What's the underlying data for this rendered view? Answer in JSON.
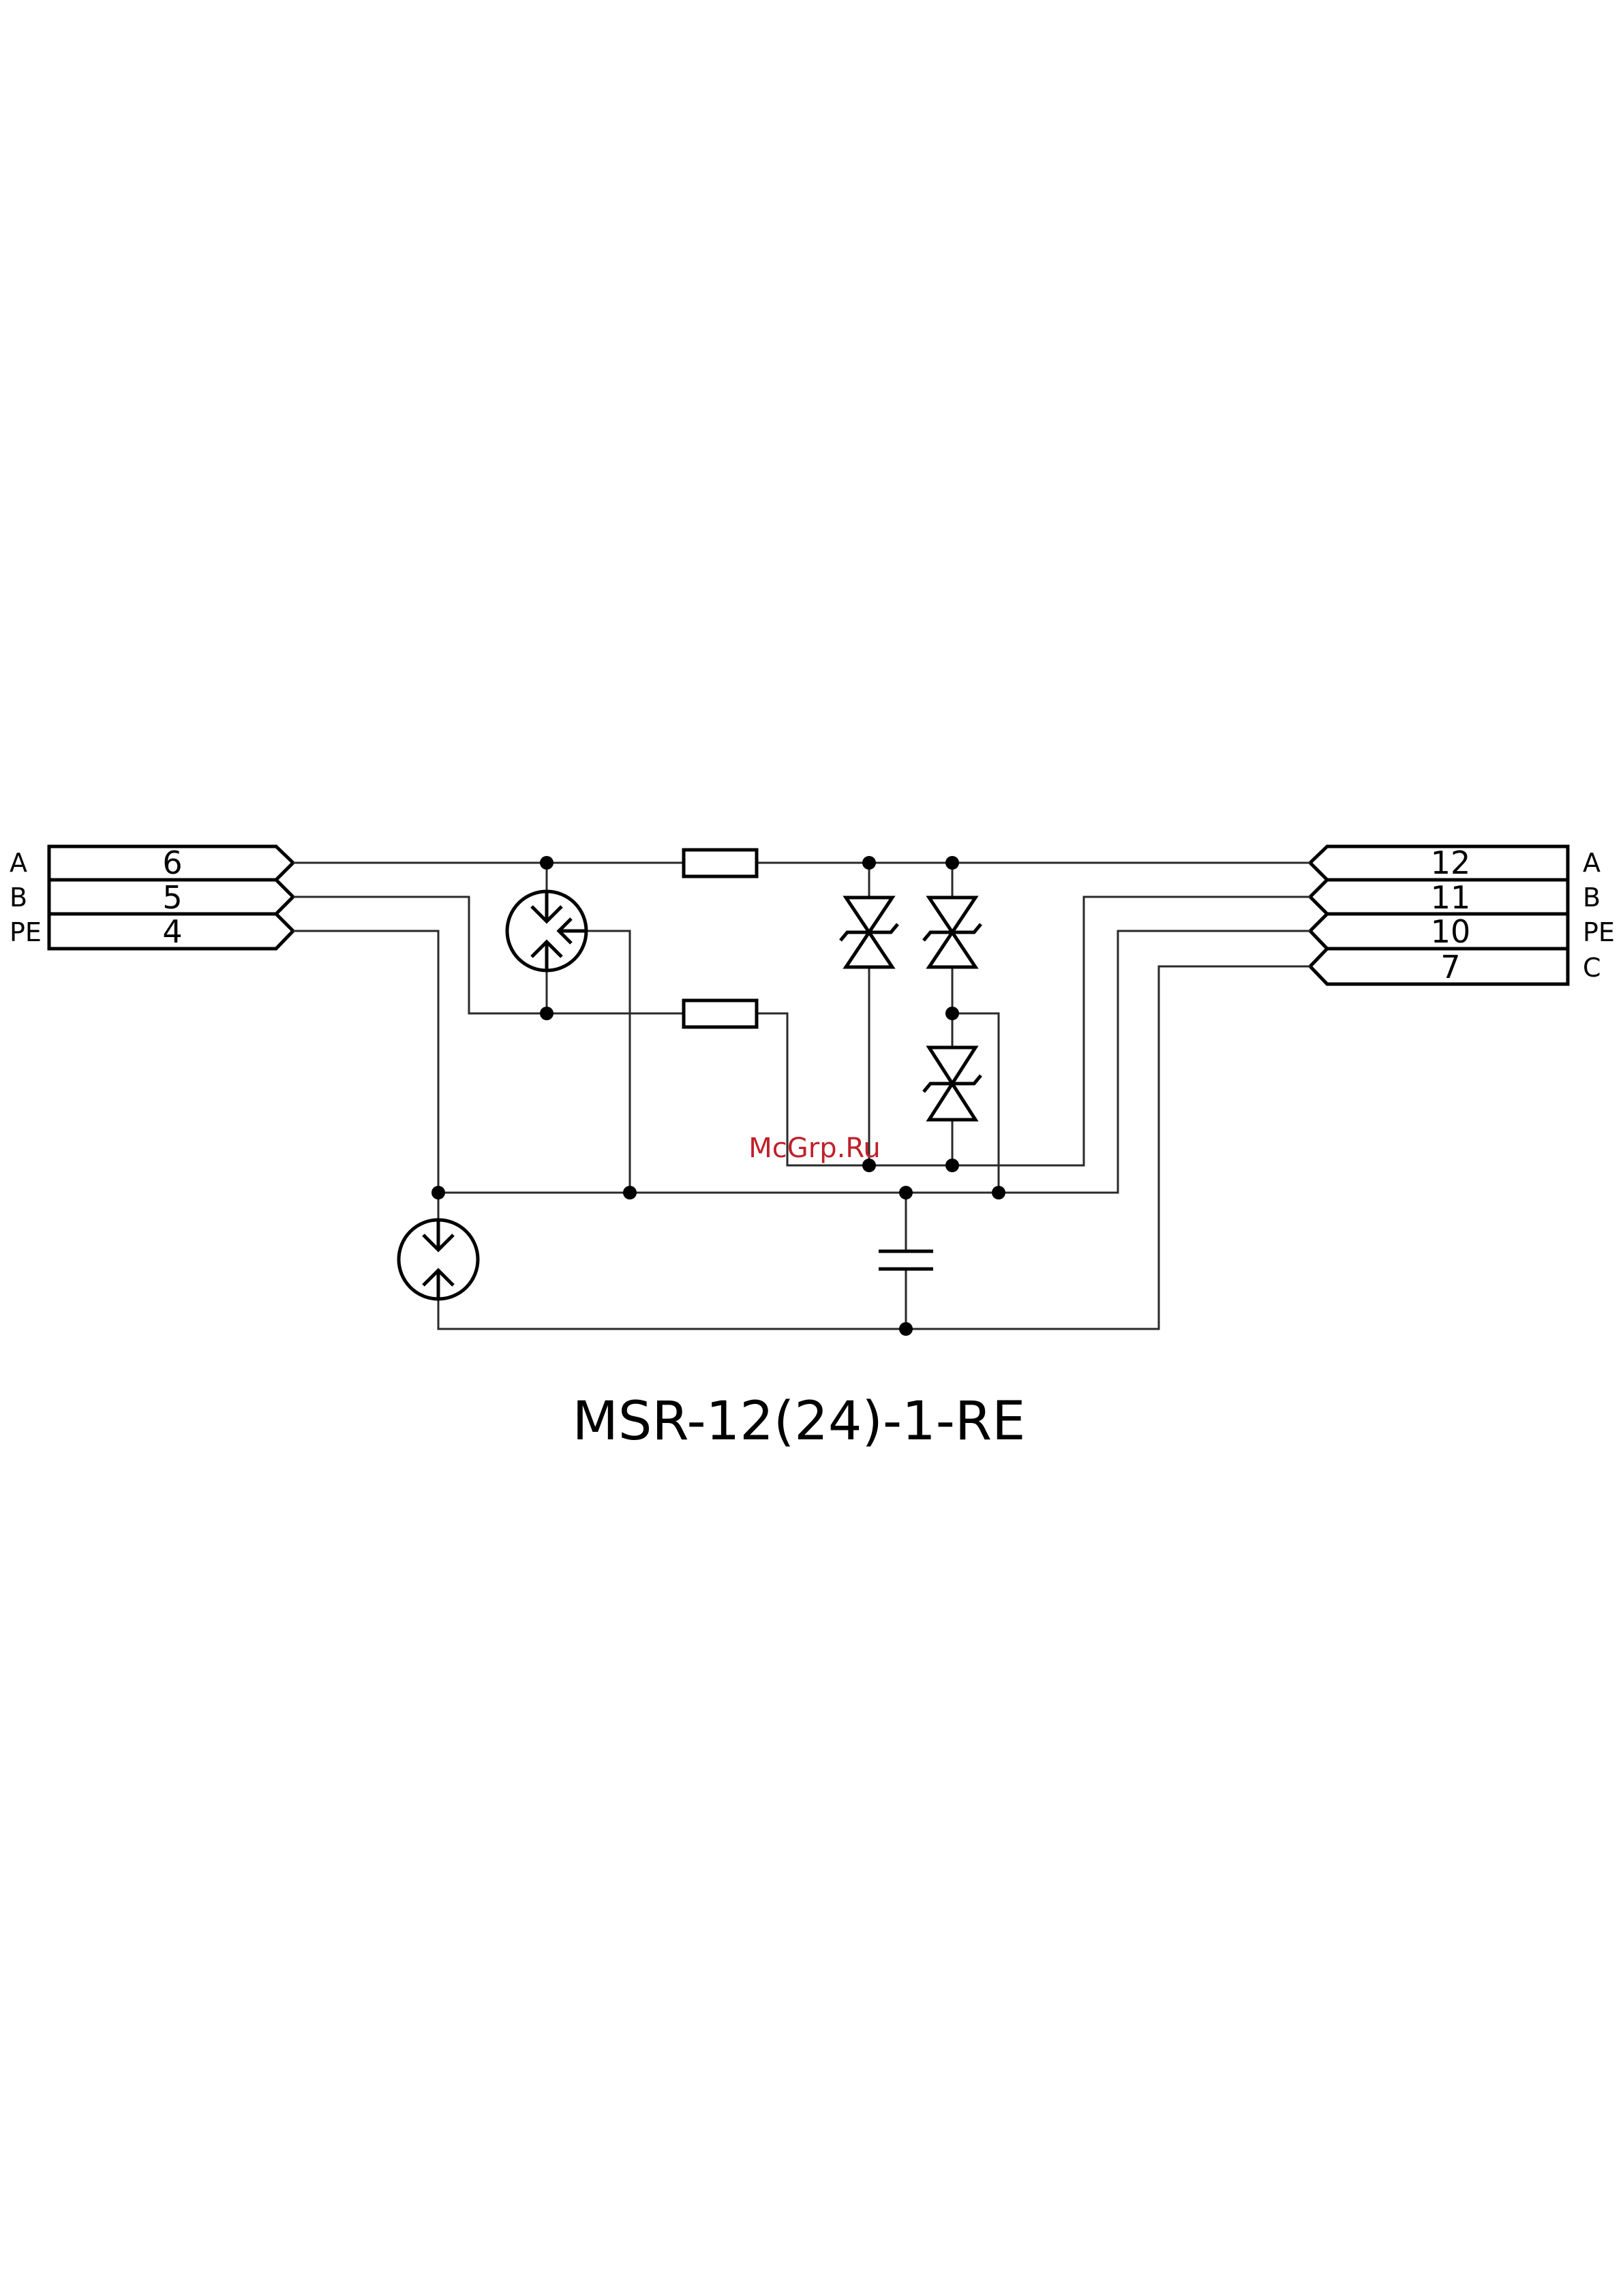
{
  "title": "MSR-12(24)-1-RE",
  "watermark": "McGrp.Ru",
  "colors": {
    "line": "#000000",
    "watermark": "#c0202a",
    "background": "#ffffff"
  },
  "left_connector": [
    {
      "signal": "A",
      "pin": "6"
    },
    {
      "signal": "B",
      "pin": "5"
    },
    {
      "signal": "PE",
      "pin": "4"
    }
  ],
  "right_connector": [
    {
      "signal": "A",
      "pin": "12"
    },
    {
      "signal": "B",
      "pin": "11"
    },
    {
      "signal": "PE",
      "pin": "10"
    },
    {
      "signal": "C",
      "pin": "7"
    }
  ]
}
